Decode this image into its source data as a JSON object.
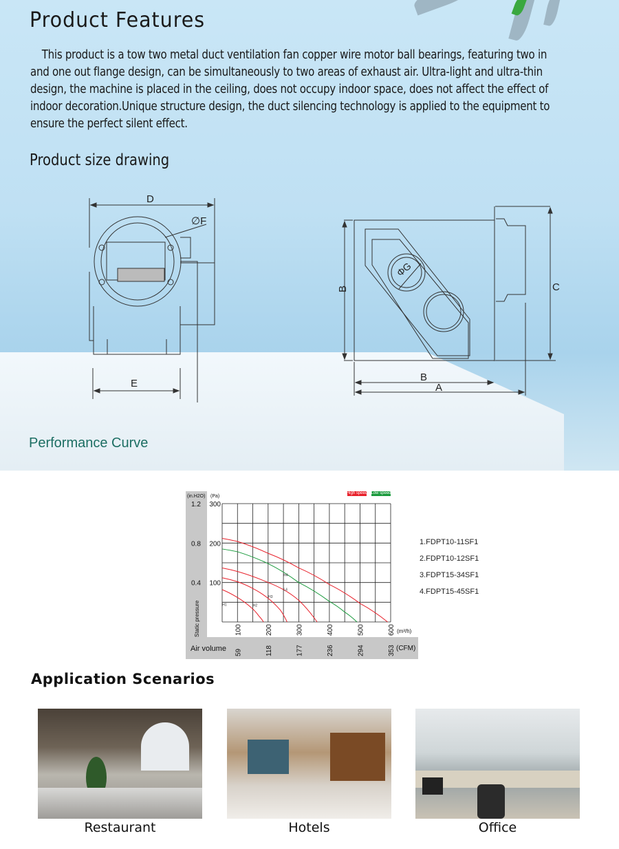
{
  "features": {
    "title": "Product Features",
    "description": "This product is a tow two metal duct ventilation fan copper wire motor ball bearings, featuring two in and one out flange design, can be simultaneously to two areas of exhaust air. Ultra-light and ultra-thin design, the machine is placed in the ceiling, does not occupy indoor space, does not affect the effect of indoor decoration.Unique structure design, the  duct silencing technology is applied to the equipment to ensure the perfect silent effect."
  },
  "size_drawing": {
    "title": "Product size drawing",
    "labels": {
      "D": "D",
      "F": "∅F",
      "E": "E",
      "G": "ΦG",
      "B_side": "B",
      "C": "C",
      "B_bottom": "B",
      "A": "A"
    }
  },
  "performance": {
    "title": "Performance Curve",
    "models": [
      "1.FDPT10-11SF1",
      "2.FDPT10-12SF1",
      "3.FDPT15-34SF1",
      "4.FDPT15-45SF1"
    ]
  },
  "chart_data": {
    "type": "line",
    "legend": [
      {
        "label": "High speed",
        "color": "#e8202a"
      },
      {
        "label": "Low speed",
        "color": "#1a9a3c"
      }
    ],
    "ylabel": "Static pressure",
    "y_units": [
      "(in.H2O)",
      "(Pa)"
    ],
    "y_ticks_pa": [
      "300",
      "200",
      "100"
    ],
    "y_ticks_inh2o": [
      "1.2",
      "0.8",
      "0.4"
    ],
    "xlabel": "Air volume",
    "x_unit_m3h": "(m³/h)",
    "x_unit_cfm": "(CFM)",
    "x_ticks_m3h": [
      "100",
      "200",
      "300",
      "400",
      "500",
      "600"
    ],
    "x_ticks_cfm": [
      "59",
      "118",
      "177",
      "236",
      "294",
      "353"
    ],
    "xlim": [
      50,
      600
    ],
    "ylim": [
      0,
      300
    ],
    "grid": true,
    "series": [
      {
        "name": "H1",
        "color": "#e8202a",
        "x": [
          50,
          100,
          150,
          170,
          185
        ],
        "y": [
          82,
          62,
          33,
          15,
          0
        ]
      },
      {
        "name": "H2",
        "color": "#e8202a",
        "x": [
          50,
          100,
          150,
          200,
          240,
          262
        ],
        "y": [
          112,
          102,
          85,
          60,
          30,
          0
        ]
      },
      {
        "name": "H3",
        "color": "#e8202a",
        "x": [
          50,
          100,
          200,
          250,
          300,
          360
        ],
        "y": [
          137,
          128,
          100,
          82,
          55,
          0
        ]
      },
      {
        "name": "L4",
        "color": "#1a9a3c",
        "x": [
          50,
          100,
          200,
          300,
          400,
          450,
          490
        ],
        "y": [
          185,
          178,
          148,
          100,
          52,
          25,
          0
        ]
      },
      {
        "name": "H4",
        "color": "#e8202a",
        "x": [
          50,
          100,
          200,
          300,
          400,
          500,
          590
        ],
        "y": [
          212,
          204,
          174,
          137,
          95,
          47,
          0
        ]
      }
    ]
  },
  "applications": {
    "title": "Application Scenarios",
    "items": [
      {
        "label": "Restaurant"
      },
      {
        "label": "Hotels"
      },
      {
        "label": "Office"
      }
    ]
  }
}
